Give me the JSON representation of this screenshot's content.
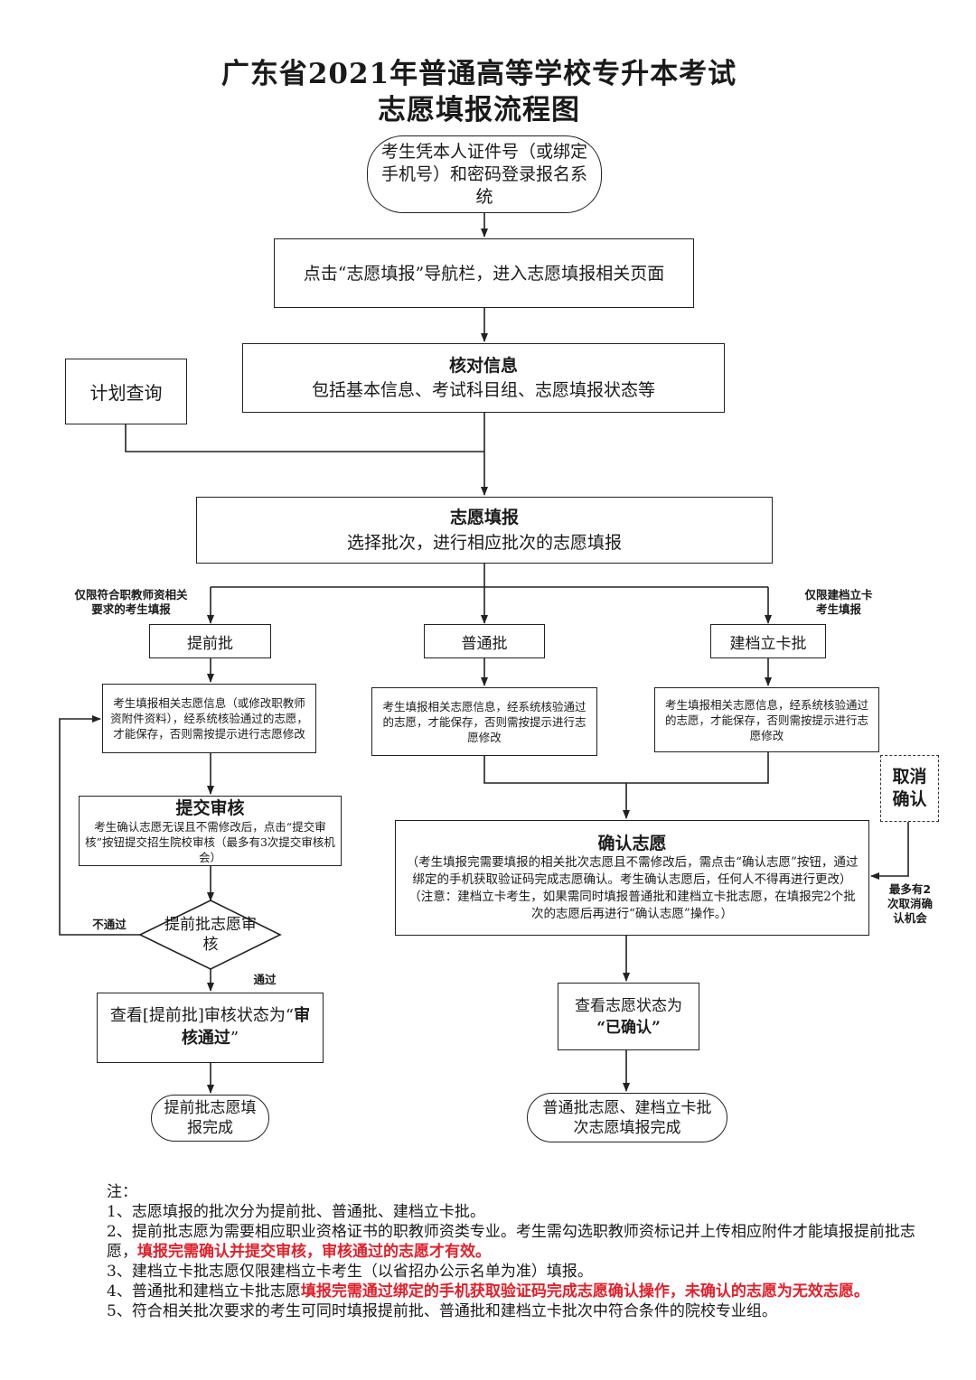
{
  "title": {
    "line1": "广东省2021年普通高等学校专升本考试",
    "line2": "志愿填报流程图"
  },
  "nodes": {
    "login": "考生凭本人证件号（或绑定手机号）和密码登录报名系统",
    "nav": "点击“志愿填报”导航栏，进入志愿填报相关页面",
    "verify_title": "核对信息",
    "verify_desc": "包括基本信息、考试科目组、志愿填报状态等",
    "plan_query": "计划查询",
    "fill_title": "志愿填报",
    "fill_desc": "选择批次，进行相应批次的志愿填报",
    "early_note": "仅限符合职教师资相关要求的考生填报",
    "archive_note": "仅限建档立卡考生填报",
    "early_batch": "提前批",
    "regular_batch": "普通批",
    "archive_batch": "建档立卡批",
    "early_fill": "考生填报相关志愿信息（或修改职教师资附件资料），经系统核验通过的志愿，才能保存，否则需按提示进行志愿修改",
    "regular_fill": "考生填报相关志愿信息，经系统核验通过的志愿，才能保存，否则需按提示进行志愿修改",
    "archive_fill": "考生填报相关志愿信息，经系统核验通过的志愿，才能保存，否则需按提示进行志愿修改",
    "submit_title": "提交审核",
    "submit_desc": "考生确认志愿无误且不需修改后，点击“提交审核”按钮提交招生院校审核（最多有3次提交审核机会）",
    "review": "提前批志愿审核",
    "not_pass": "不通过",
    "pass": "通过",
    "early_status_prefix": "查看[提前批]审核状态为“",
    "early_status_bold": "审核通过",
    "early_status_suffix": "”",
    "early_done": "提前批志愿填报完成",
    "confirm_title": "确认志愿",
    "confirm_desc1": "（考生填报完需要填报的相关批次志愿且不需修改后，需点击“确认志愿”按钮，通过绑定的手机获取验证码完成志愿确认。考生确认志愿后，任何人不得再进行更改）",
    "confirm_desc2": "（注意：建档立卡考生，如果需同时填报普通批和建档立卡批志愿，在填报完2个批次的志愿后再进行“确认志愿”操作。）",
    "cancel_confirm": "取消确认",
    "cancel_note": "最多有2次取消确认机会",
    "confirmed_prefix": "查看志愿状态为",
    "confirmed_bold": "“已确认”",
    "regular_done": "普通批志愿、建档立卡批次志愿填报完成"
  },
  "notes": {
    "heading": "注：",
    "n1": "1、志愿填报的批次分为提前批、普通批、建档立卡批。",
    "n2_plain": "2、提前批志愿为需要相应职业资格证书的职教师资类专业。考生需勾选职教师资标记并上传相应附件才能填报提前批志愿，",
    "n2_red": "填报完需确认并提交审核，审核通过的志愿才有效。",
    "n3": "3、建档立卡批志愿仅限建档立卡考生（以省招办公示名单为准）填报。",
    "n4_plain": "4、普通批和建档立卡批志愿",
    "n4_red": "填报完需通过绑定的手机获取验证码完成志愿确认操作，未确认的志愿为无效志愿。",
    "n5": "5、符合相关批次要求的考生可同时填报提前批、普通批和建档立卡批次中符合条件的院校专业组。"
  },
  "colors": {
    "highlight": "#e0212b",
    "line": "#222222"
  }
}
